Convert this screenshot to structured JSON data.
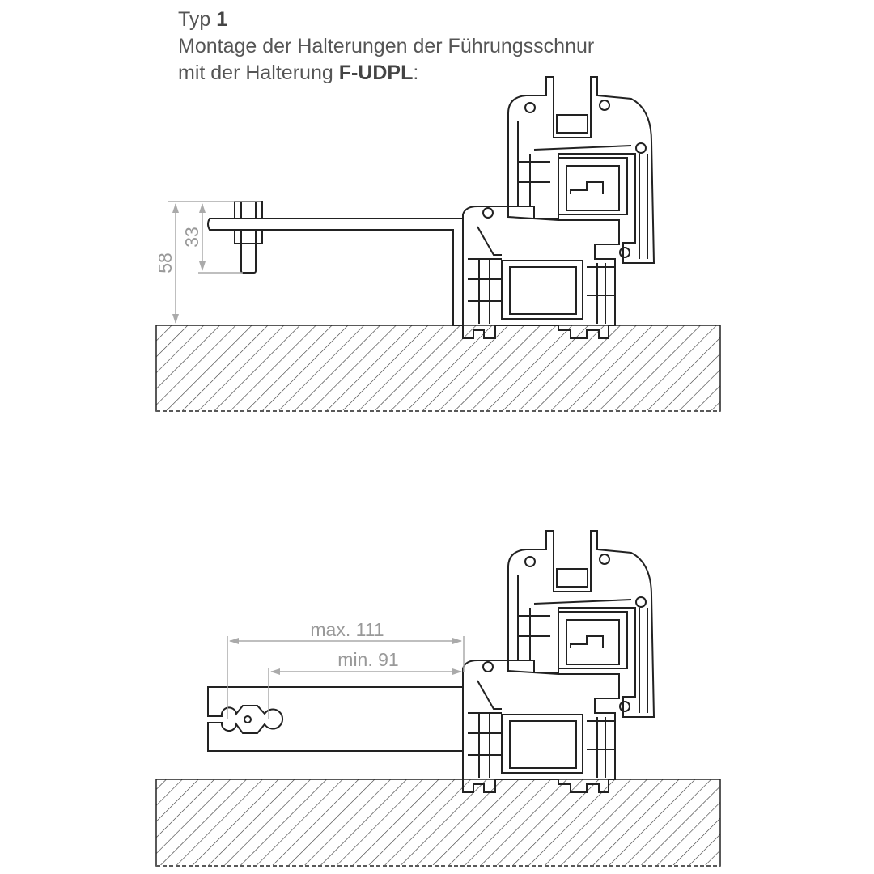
{
  "heading": {
    "type_label": "Typ",
    "type_number": "1",
    "line2": "Montage der Halterungen der Führungsschnur",
    "line3_prefix": "mit der Halterung",
    "line3_product": "F-UDPL",
    "line3_suffix": ":"
  },
  "top_view": {
    "dim_total_height": "58",
    "dim_bolt_height": "33"
  },
  "bottom_view": {
    "dim_max": "max. 111",
    "dim_min": "min. 91"
  },
  "colors": {
    "line": "#222222",
    "dimension": "#999999",
    "text": "#555555"
  }
}
